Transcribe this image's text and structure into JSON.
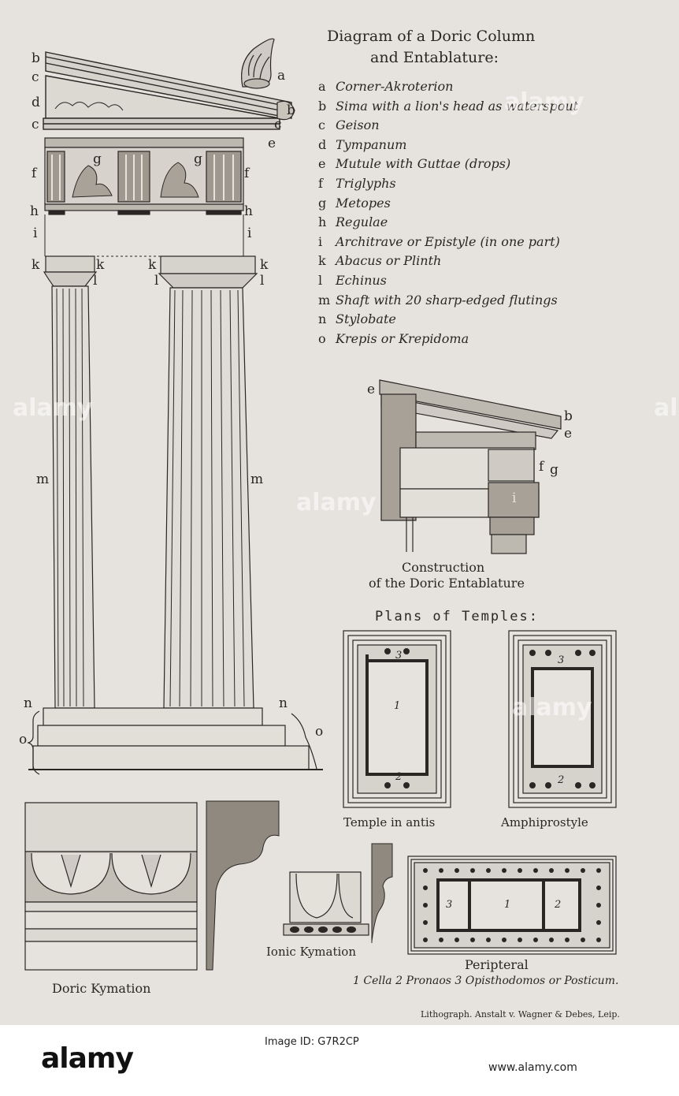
{
  "title": {
    "line1": "Diagram of a Doric Column",
    "line2": "and Entablature:"
  },
  "legend": [
    {
      "key": "a",
      "text": "Corner-Akroterion"
    },
    {
      "key": "b",
      "text": "Sima with a lion's head as waterspout"
    },
    {
      "key": "c",
      "text": "Geison"
    },
    {
      "key": "d",
      "text": "Tympanum"
    },
    {
      "key": "e",
      "text": "Mutule with Guttae (drops)"
    },
    {
      "key": "f",
      "text": "Triglyphs"
    },
    {
      "key": "g",
      "text": "Metopes"
    },
    {
      "key": "h",
      "text": "Regulae"
    },
    {
      "key": "i",
      "text": "Architrave or Epistyle (in one part)"
    },
    {
      "key": "k",
      "text": "Abacus or Plinth"
    },
    {
      "key": "l",
      "text": "Echinus"
    },
    {
      "key": "m",
      "text": "Shaft with 20 sharp-edged flutings"
    },
    {
      "key": "n",
      "text": "Stylobate"
    },
    {
      "key": "o",
      "text": "Krepis or Krepidoma"
    }
  ],
  "labels": {
    "a": "a",
    "b": "b",
    "c": "c",
    "d": "d",
    "e": "e",
    "f": "f",
    "g": "g",
    "h": "h",
    "i": "i",
    "k": "k",
    "l": "l",
    "m": "m",
    "n": "n",
    "o": "o",
    "plan_1": "1",
    "plan_2": "2",
    "plan_3": "3"
  },
  "construction_caption": {
    "line1": "Construction",
    "line2": "of the Doric Entablature"
  },
  "plans_title": "Plans of Temples:",
  "plan_captions": {
    "antis": "Temple in antis",
    "amphiprostyle": "Amphiprostyle",
    "peripteral": "Peripteral"
  },
  "plan_key": "1 Cella 2 Pronaos 3 Opisthodomos or Posticum.",
  "doric_kymation": "Doric Kymation",
  "ionic_kymation": "Ionic Kymation",
  "imprint": "Lithograph. Anstalt v. Wagner & Debes, Leip.",
  "watermark": "alamy",
  "footer": {
    "logo": "alamy",
    "image_id": "Image ID: G7R2CP",
    "url": "www.alamy.com"
  },
  "colors": {
    "paper": "#e6e3de",
    "ink": "#2a2624",
    "footer_bg": "#ffffff"
  }
}
